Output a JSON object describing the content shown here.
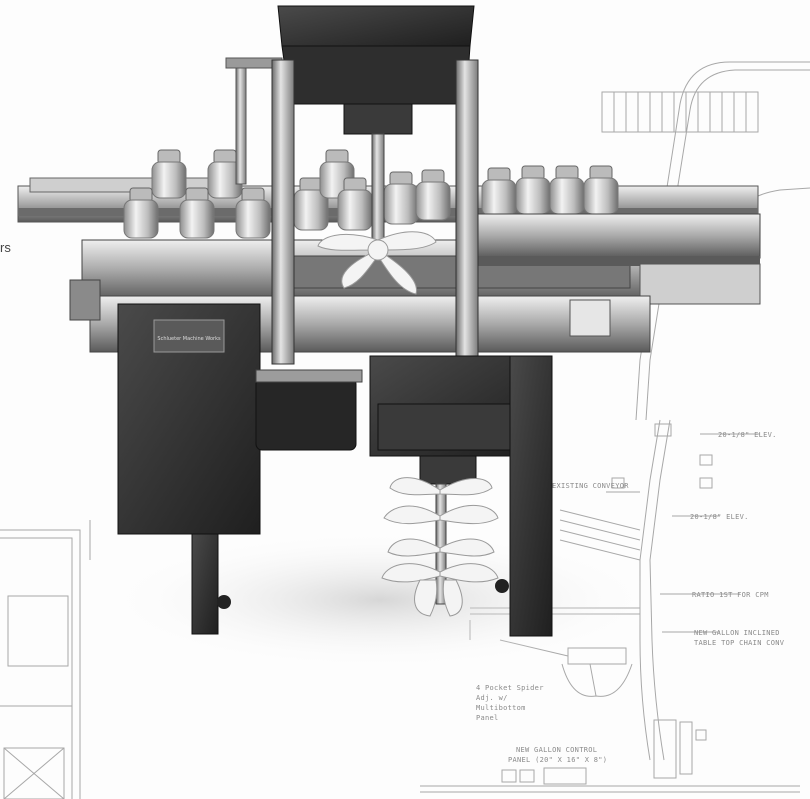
{
  "edge_fragment": "rs",
  "colors": {
    "background": "#fdfdfd",
    "drawing_lines": "#9a9a9a",
    "steel_light": "#d9d9d9",
    "steel_mid": "#9c9c9c",
    "steel_dark": "#3a3a3a",
    "panel_black": "#2b2b2b",
    "plastic_white": "#f4f4f4"
  },
  "drawing_labels": {
    "elev_1": "20-1/8\" ELEV.",
    "existing_conveyor": "EXISTING CONVEYOR",
    "elev_2": "20-1/8\" ELEV.",
    "ratio": "RATIO 1ST FOR CPM",
    "new_gallon_1": "NEW GALLON INCLINED",
    "new_gallon_2": "TABLE TOP CHAIN CONV",
    "pocket_1": "4 Pocket Spider",
    "pocket_2": "Adj. w/",
    "pocket_3": "Multibottom",
    "pocket_4": "Panel",
    "controls_1": "NEW GALLON CONTROL",
    "controls_2": "PANEL (20\" X 16\" X 8\")"
  },
  "nameplate": "Schlueter Machine Works"
}
